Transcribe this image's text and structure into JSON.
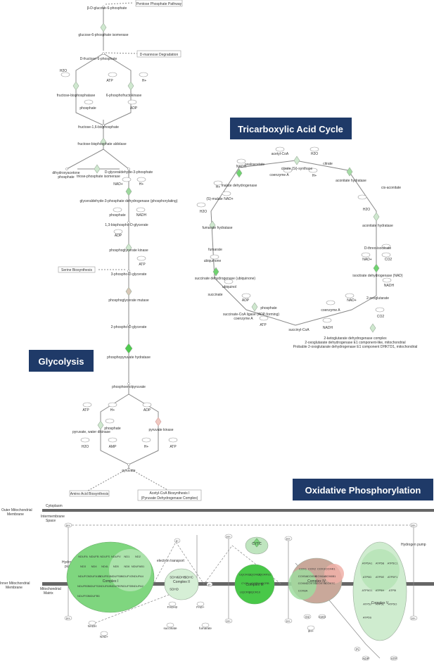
{
  "banners": {
    "tca": "Tricarboxylic Acid Cycle",
    "glycolysis": "Glycolysis",
    "oxphos": "Oxidative Phosphorylation"
  },
  "colors": {
    "banner": "#1f3a68",
    "enzyme_green": "#6fd36f",
    "enzyme_light": "#cfe8cf",
    "enzyme_pink": "#f0b0a8",
    "membrane": "#666666",
    "line": "#777777"
  },
  "glycolysis": {
    "side_boxes": {
      "pentose": "Pentose Phosphate Pathway",
      "mannose": "D-mannose Degradation",
      "serine": "Serine Biosynthesis",
      "amino": "Amino Acid Biosynthesis",
      "acetyl1": "Acetyl-CoA Biosynthesis I",
      "acetyl2": "(Pyruvate Dehydrogenase Complex)"
    },
    "labels": {
      "g6p": "β-D-glucose-6-phosphate",
      "gpi": "glucose-6-phosphate isomerase",
      "f6p": "D-fructose-6-phosphate",
      "h2o": "H2O",
      "atp": "ATP",
      "hplus": "H+",
      "fbpase": "fructose-bisphosphatase",
      "pfk": "6-phosphofructokinase",
      "phosphate": "phosphate",
      "adp": "ADP",
      "fbp": "fructose-1,6-bisphosphate",
      "aldolase": "fructose-bisphosphate aldolase",
      "dhap": "dihydroxyacetone",
      "dhap2": "phosphate",
      "tpi": "triose-phosphate isomerase",
      "g3p": "D-glyceraldehyde-3-phosphate",
      "nad": "NAD+",
      "hplus2": "H+",
      "gapdh": "glyceraldehyde-3-phosphate dehydrogenase (phosphorylating)",
      "phosphate2": "phosphate",
      "nadh": "NADH",
      "bpg": "1,3-bisphospho-D-glycerate",
      "adp2": "ADP",
      "pgk": "phosphoglycerate kinase",
      "atp2": "ATP",
      "pg3": "3-phospho-D-glycerate",
      "pgm": "phosphoglycerate mutase",
      "pg2": "2-phospho-D-glycerate",
      "eno": "phosphopyruvate hydratase",
      "pep": "phosphoenolpyruvate",
      "atp3": "ATP",
      "hplus3": "H+",
      "adp3": "ADP",
      "phosphate3": "phosphate",
      "ppdk": "pyruvate, water dikinase",
      "pk": "pyruvate kinase",
      "h2o2": "H2O",
      "amp": "AMP",
      "hplus4": "H+",
      "atp4": "ATP",
      "pyruvate": "pyruvate"
    }
  },
  "tca": {
    "labels": {
      "acetylcoa": "acetyl-CoA",
      "h2o": "H2O",
      "oxaloacetate": "oxaloacetate",
      "citrate_synthase": "citrate (Si)-synthase",
      "citrate": "citrate",
      "coa": "coenzyme A",
      "hplus": "H+",
      "nadh": "NADH",
      "mdh": "malate dehydrogenase",
      "hplus2": "H+",
      "nad": "NAD+",
      "malate": "(S)-malate",
      "aconitase1": "aconitate hydratase",
      "cisaconitate": "cis-aconitate",
      "h2o2": "H2O",
      "fumarase": "fumarate hydratase",
      "h2o3": "H2O",
      "aconitase2": "aconitate hydratase",
      "fumarate": "fumarate",
      "isocitrate": "D-threo-isocitrate",
      "ubiquinone": "ubiquinone",
      "nad2": "NAD+",
      "co2": "CO2",
      "sdh": "succinate dehydrogenase (ubiquinone)",
      "idh": "isocitrate dehydrogenase (NAD)",
      "ubiquinol": "ubiquinol",
      "nadh2": "NADH",
      "succinate": "succinate",
      "adp": "ADP",
      "phosphate": "phosphate",
      "nad3": "NAD+",
      "oxoglutarate": "2-oxoglutarate",
      "scs1": "succinate-CoA ligase (ADP-forming)",
      "scs2": "coenzyme A",
      "coa2": "coenzyme A",
      "co2b": "CO2",
      "atp": "ATP",
      "nadh3": "NADH",
      "succinylcoa": "succinyl-CoA",
      "kgdh1": "2-ketoglutarate dehydrogenase complex",
      "kgdh2": "2-oxoglutarate dehydrogenase E1 component-like, mitochondrial",
      "kgdh3": "Probable 2-oxoglutarate dehydrogenase E1 component DHKTD1, mitochondrial"
    }
  },
  "oxphos": {
    "labels": {
      "outer": "Outer Mitochondrial",
      "outer2": "Membrane",
      "cytoplasm": "Cytoplasm",
      "ims": "Intermembrane",
      "ims2": "Space",
      "inner": "Inner Mitochondrial",
      "inner2": "Membrane",
      "matrix": "Mitochondrial",
      "matrix2": "Matrix",
      "hplus": "H+",
      "pump1": "Hydrogen",
      "pump2": "pump",
      "pump3": "Hydrogen pump",
      "electron": "electron transport",
      "fadh2": "FADH2",
      "fad": "FAD+",
      "succinate": "succinate",
      "fumarate": "fumarate",
      "nadh": "NADH",
      "nad": "NAD+",
      "cytc": "CYTC",
      "o2": "O2",
      "h2o": "H2O",
      "twoh": "2H+",
      "adp": "ADP",
      "atp": "ATP",
      "pi": "Pi",
      "e": "e-"
    },
    "complexes": {
      "c1": "Complex I",
      "c2": "Complex II",
      "c3": "Complex III",
      "c4": "Complex IV",
      "c5": "Complex V"
    },
    "c1_subunits": [
      "NDUFA",
      "NDUFB",
      "NDUFS",
      "NDUFV",
      "ND1",
      "ND2",
      "ND3",
      "ND4",
      "ND4L",
      "ND5",
      "ND6",
      "NDUFAB1",
      "NDUFC",
      "NDUFA10",
      "NDUFB11",
      "NDUFS8",
      "NDUFV2",
      "NDUFA4",
      "NDUFB3",
      "NDUFS1",
      "NDUFA9",
      "NDUFB7",
      "NDUFS5",
      "NDUFA2",
      "NDUFS3",
      "NDUFB5"
    ],
    "c2_subunits": [
      "SDHA",
      "SDHB",
      "SDHC",
      "SDHD"
    ],
    "c3_subunits": [
      "UQCRC1",
      "UQCRC2",
      "UQCRFS1",
      "CYC1",
      "UQCRH",
      "UQCRB",
      "UQCRQ",
      "UQCR10"
    ],
    "c4_subunits": [
      "COX1",
      "COX2",
      "COX3",
      "COX4I1",
      "COX5A",
      "COX5B",
      "COX6A1",
      "COX6B1",
      "COX6C",
      "COX7A2",
      "COX7B",
      "COX7C",
      "COX8A"
    ],
    "c5_subunits": [
      "ATP5A1",
      "ATP5B",
      "ATP5C1",
      "ATP5D",
      "ATP5E",
      "ATP5F1",
      "ATP5G1",
      "ATP5H",
      "ATP5I",
      "ATP5J",
      "ATP5L",
      "ATP5O",
      "ATP5S"
    ]
  }
}
